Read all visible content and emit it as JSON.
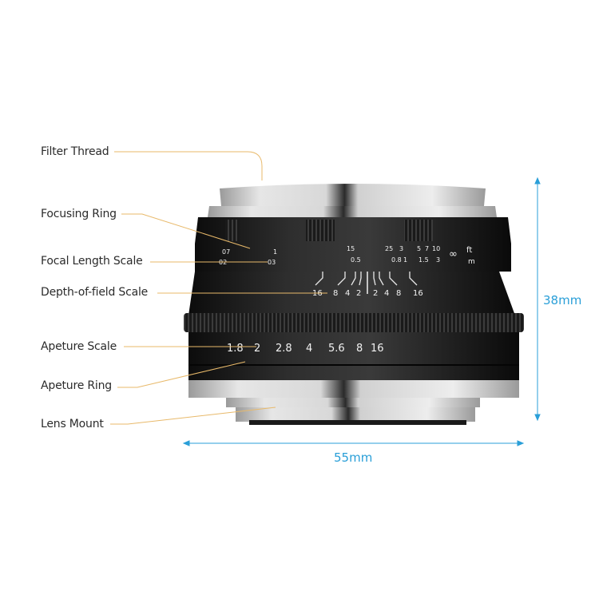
{
  "callouts": [
    {
      "id": "filter-thread",
      "label": "Filter Thread"
    },
    {
      "id": "focusing-ring",
      "label": "Focusing Ring"
    },
    {
      "id": "focal-length-scale",
      "label": "Focal Length Scale"
    },
    {
      "id": "depth-of-field-scale",
      "label": "Depth-of-field Scale"
    },
    {
      "id": "apeture-scale",
      "label": "Apeture Scale"
    },
    {
      "id": "apeture-ring",
      "label": "Apeture Ring"
    },
    {
      "id": "lens-mount",
      "label": "Lens Mount"
    }
  ],
  "dimensions": {
    "height": "38mm",
    "width": "55mm"
  },
  "lens_markings": {
    "distance_ft": [
      "07",
      "1",
      "15",
      "25",
      "3",
      "5",
      "7",
      "10"
    ],
    "distance_m": [
      "02",
      "03",
      "0.5",
      "0.8",
      "1",
      "1.5",
      "3"
    ],
    "infinity": "∞",
    "unit_ft": "ft",
    "unit_m": "m",
    "dof_left": [
      "16",
      "8",
      "4",
      "2"
    ],
    "dof_right": [
      "2",
      "4",
      "8",
      "16"
    ],
    "aperture": [
      "1.8",
      "2",
      "2.8",
      "4",
      "5.6",
      "8",
      "16"
    ]
  },
  "colors": {
    "callout_line": "#e8b96a",
    "dimension": "#2a9fd8",
    "lens_body": "#1c1c1c",
    "silver": "#c8c8c8"
  }
}
